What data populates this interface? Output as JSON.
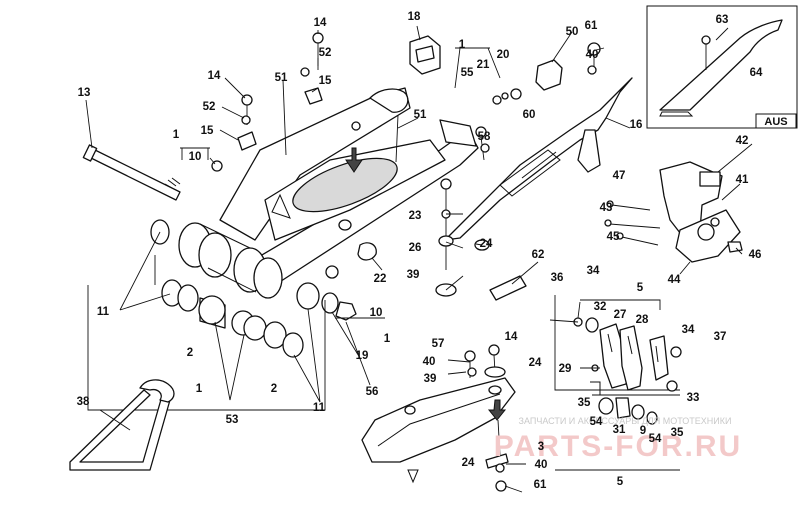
{
  "diagram": {
    "inset_label": "AUS",
    "watermark": {
      "line": "ЗАПЧАСТИ И АКСЕССУАРЫ ДЛЯ МОТОТЕХНИКИ",
      "logo": "PARTS-FOR.RU"
    },
    "callouts": [
      "14",
      "52",
      "15",
      "14",
      "52",
      "15",
      "51",
      "13",
      "1",
      "10",
      "51",
      "18",
      "1",
      "55",
      "21",
      "20",
      "60",
      "58",
      "50",
      "61",
      "40",
      "16",
      "63",
      "64",
      "42",
      "47",
      "41",
      "43",
      "45",
      "46",
      "44",
      "23",
      "26",
      "24",
      "39",
      "62",
      "22",
      "11",
      "2",
      "53",
      "2",
      "11",
      "10",
      "1",
      "19",
      "56",
      "38",
      "1",
      "36",
      "34",
      "5",
      "32",
      "27",
      "28",
      "34",
      "37",
      "29",
      "57",
      "40",
      "14",
      "24",
      "39",
      "35",
      "31",
      "9",
      "54",
      "54",
      "35",
      "33",
      "3",
      "24",
      "40",
      "61",
      "5"
    ]
  }
}
